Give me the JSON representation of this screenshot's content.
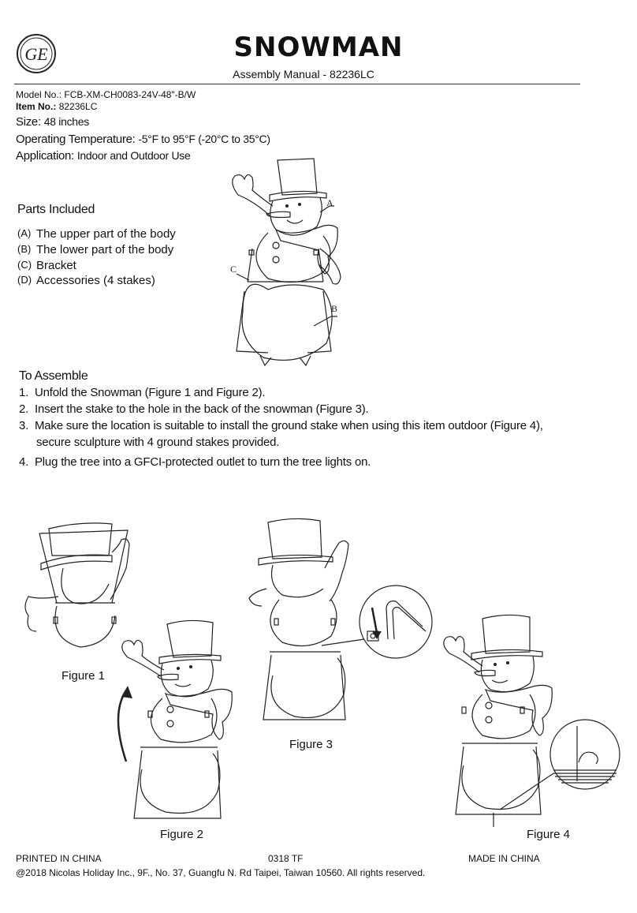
{
  "header": {
    "logo_text": "GE",
    "title": "SNOWMAN",
    "subtitle": "Assembly Manual - 82236LC"
  },
  "specs": {
    "model_label": "Model No.:",
    "model_value": "FCB-XM-CH0083-24V-48\"-B/W",
    "item_label": "Item No.:",
    "item_value": "82236LC",
    "size_label": "Size:",
    "size_value": "48 inches",
    "temp_label": "Operating Temperature:",
    "temp_value": "-5°F to 95°F (-20°C to 35°C)",
    "app_label": "Application:",
    "app_value": "Indoor and Outdoor Use"
  },
  "parts": {
    "heading": "Parts Included",
    "items": [
      {
        "key": "(A)",
        "label": "The upper part of the body"
      },
      {
        "key": "(B)",
        "label": "The lower part of the body"
      },
      {
        "key": "(C)",
        "label": "Bracket"
      },
      {
        "key": "(D)",
        "label": "Accessories (4 stakes)"
      }
    ],
    "callouts": {
      "a": "A",
      "b": "B",
      "c": "C"
    }
  },
  "assemble": {
    "heading": "To Assemble",
    "steps": [
      {
        "num": "1.",
        "text": "Unfold the Snowman (Figure 1 and Figure 2)."
      },
      {
        "num": "2.",
        "text": "Insert the stake to the hole in the back of the snowman (Figure 3)."
      },
      {
        "num": "3.",
        "text": "Make sure the location is suitable to install the ground stake when using this item outdoor (Figure 4),",
        "cont": "secure sculpture with 4 ground stakes provided."
      },
      {
        "num": "4.",
        "text": "Plug the tree into a GFCI-protected outlet to turn the tree lights on."
      }
    ]
  },
  "figures": {
    "fig1": "Figure 1",
    "fig2": "Figure 2",
    "fig3": "Figure 3",
    "fig4": "Figure 4"
  },
  "footer": {
    "printed": "PRINTED IN CHINA",
    "code": "0318 TF",
    "made": "MADE IN CHINA",
    "copyright": "@2018 Nicolas Holiday Inc., 9F., No. 37, Guangfu N. Rd Taipei, Taiwan 10560. All rights reserved."
  }
}
